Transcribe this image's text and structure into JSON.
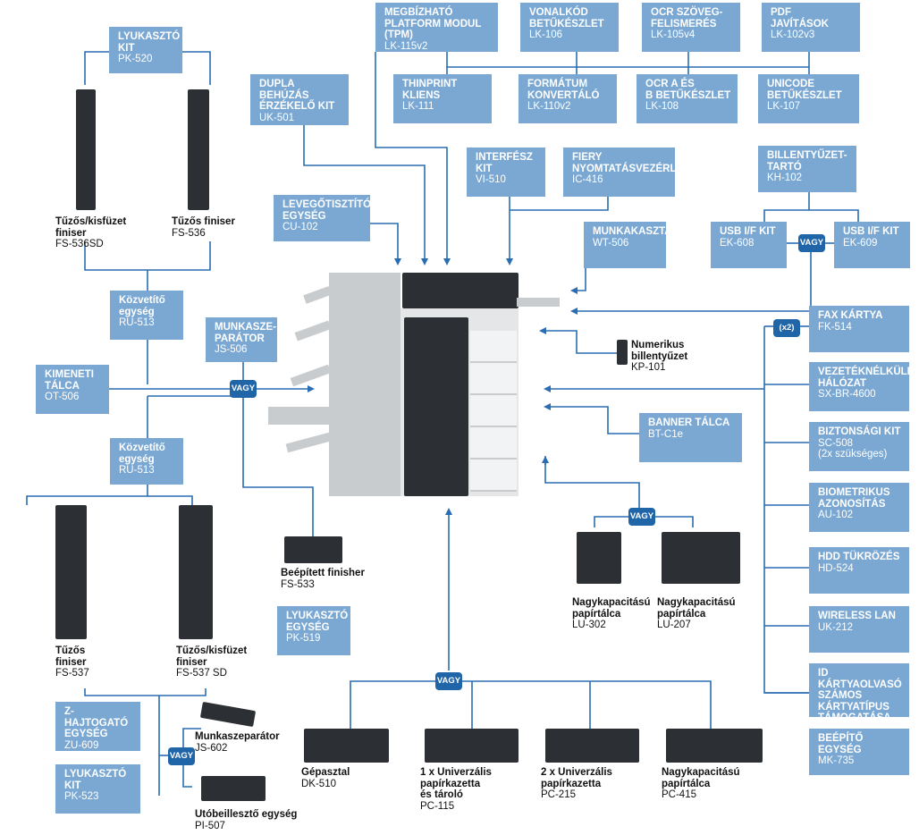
{
  "options": {
    "pk520": {
      "title": "LYUKASZTÓ\nKIT",
      "code": "PK-520"
    },
    "lk115": {
      "title": "MEGBÍZHATÓ\nPLATFORM MODUL\n(TPM)",
      "code": "LK-115v2"
    },
    "lk106": {
      "title": "VONALKÓD\nBETŰKÉSZLET",
      "code": "LK-106"
    },
    "lk105": {
      "title": "OCR SZÖVEG-\nFELISMERÉS",
      "code": "LK-105v4"
    },
    "lk102": {
      "title": "PDF\nJAVÍTÁSOK",
      "code": "LK-102v3"
    },
    "uk501": {
      "title": "DUPLA BEHÚZÁS\nÉRZÉKELŐ KIT",
      "code": "UK-501"
    },
    "lk111": {
      "title": "THINPRINT\nKLIENS",
      "code": "LK-111"
    },
    "lk110": {
      "title": "FORMÁTUM\nKONVERTÁLÓ",
      "code": "LK-110v2"
    },
    "lk108": {
      "title": "OCR A ÉS\nB BETŰKÉSZLET",
      "code": "LK-108"
    },
    "lk107": {
      "title": "UNICODE\nBETŰKÉSZLET",
      "code": "LK-107"
    },
    "vi510": {
      "title": "INTERFÉSZ\nKIT",
      "code": "VI-510"
    },
    "ic416": {
      "title": "FIERY\nNYOMTATÁSVEZÉRLŐ",
      "code": "IC-416"
    },
    "kh102": {
      "title": "BILLENTYŰZET-\nTARTÓ",
      "code": "KH-102"
    },
    "cu102": {
      "title": "LEVEGŐTISZTÍTÓ\nEGYSÉG",
      "code": "CU-102"
    },
    "wt506": {
      "title": "MUNKAKASZTAL",
      "code": "WT-506"
    },
    "ek608": {
      "title": "USB I/F KIT",
      "code": "EK-608"
    },
    "ek609": {
      "title": "USB I/F KIT",
      "code": "EK-609"
    },
    "ru513a": {
      "title": "Közvetítő\negység",
      "code": "RU-513"
    },
    "js506": {
      "title": "MUNKASZE-\nPARÁTOR",
      "code": "JS-506"
    },
    "ot506": {
      "title": "KIMENETI\nTÁLCA",
      "code": "OT-506"
    },
    "ru513b": {
      "title": "Közvetítő\negység",
      "code": "RU-513"
    },
    "fk514": {
      "title": "FAX KÁRTYA",
      "code": "FK-514"
    },
    "sxbr": {
      "title": "VEZETÉKNÉLKÜLI\nHÁLÓZAT",
      "code": "SX-BR-4600"
    },
    "sc508": {
      "title": "BIZTONSÁGI KIT",
      "code": "SC-508\n(2x szükséges)"
    },
    "bt": {
      "title": "BANNER TÁLCA",
      "code": "BT-C1e"
    },
    "au102": {
      "title": "BIOMETRIKUS\nAZONOSÍTÁS",
      "code": "AU-102"
    },
    "hd524": {
      "title": "HDD TÜKRÖZÉS",
      "code": "HD-524"
    },
    "uk212": {
      "title": "WIRELESS LAN",
      "code": "UK-212"
    },
    "idcard": {
      "title": "ID KÁRTYAOLVASÓ\nSZÁMOS\nKÁRTYATÍPUS\nTÁMOGATÁSA",
      "code": ""
    },
    "mk735": {
      "title": "BEÉPÍTŐ EGYSÉG",
      "code": "MK-735"
    },
    "pk519": {
      "title": "LYUKASZTÓ\nEGYSÉG",
      "code": "PK-519"
    },
    "zu609": {
      "title": "Z-HAJTOGATÓ\nEGYSÉG",
      "code": "ZU-609"
    },
    "pk523": {
      "title": "LYUKASZTÓ\nKIT",
      "code": "PK-523"
    }
  },
  "devices": {
    "fs536sd": {
      "title": "Tűzős/kisfüzet\nfiniser",
      "code": "FS-536SD"
    },
    "fs536": {
      "title": "Tűzős finiser",
      "code": "FS-536"
    },
    "kp101": {
      "title": "Numerikus\nbillentyűzet",
      "code": "KP-101"
    },
    "fs533": {
      "title": "Beépített finisher",
      "code": "FS-533"
    },
    "lu302": {
      "title": "Nagykapacitású\npapírtálca",
      "code": "LU-302"
    },
    "lu207": {
      "title": "Nagykapacitású\npapírtálca",
      "code": "LU-207"
    },
    "fs537": {
      "title": "Tűzős\nfiniser",
      "code": "FS-537"
    },
    "fs537sd": {
      "title": "Tűzős/kisfüzet\nfiniser",
      "code": "FS-537 SD"
    },
    "js602": {
      "title": "Munkaszeparátor",
      "code": "JS-602"
    },
    "pi507": {
      "title": "Utóbeillesztő egység",
      "code": "PI-507"
    },
    "dk510": {
      "title": "Gépasztal",
      "code": "DK-510"
    },
    "pc115": {
      "title": "1 x Univerzális\npapírkazetta\nés tároló",
      "code": "PC-115"
    },
    "pc215": {
      "title": "2 x Univerzális\npapírkazetta",
      "code": "PC-215"
    },
    "pc415": {
      "title": "Nagykapacitású\npapírtálca",
      "code": "PC-415"
    }
  },
  "badges": {
    "vagy": "VAGY",
    "x2": "(x2)"
  },
  "colors": {
    "box": "#7aa8d3",
    "badge": "#2065a8",
    "line": "#2a6db2"
  }
}
